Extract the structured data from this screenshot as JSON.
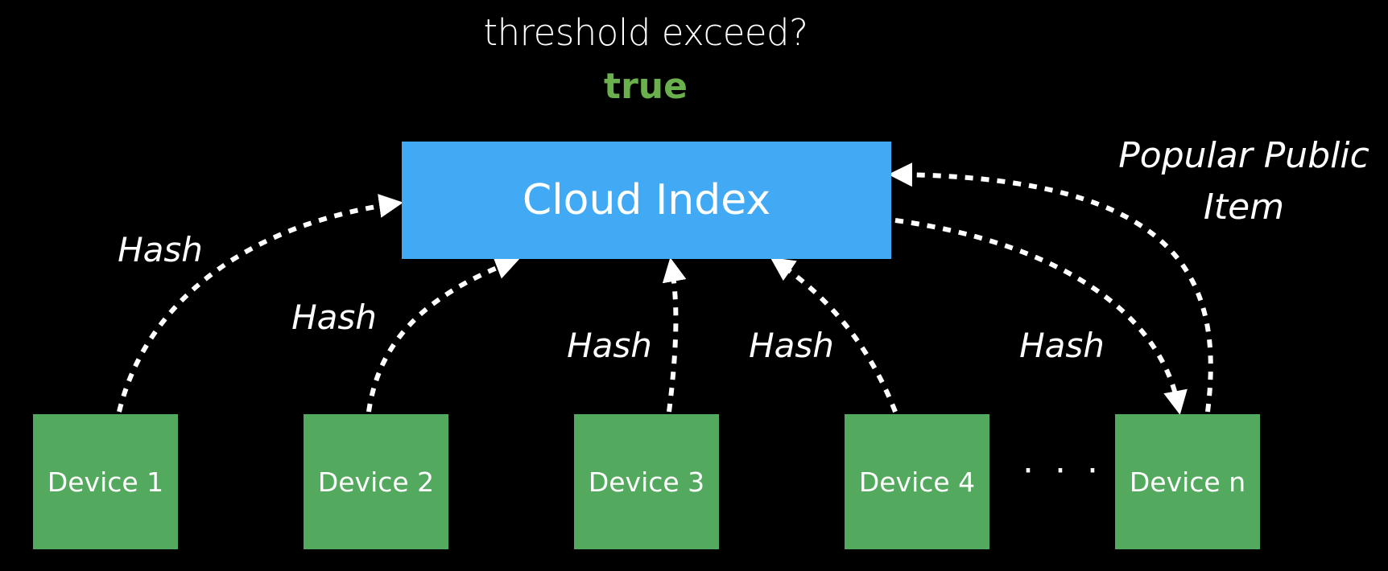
{
  "question": "threshold exceed?",
  "result": "true",
  "result_color": "#6ab04c",
  "cloud_index": {
    "label": "Cloud Index",
    "color": "#42a9f4"
  },
  "devices": [
    {
      "label": "Device 1"
    },
    {
      "label": "Device 2"
    },
    {
      "label": "Device 3"
    },
    {
      "label": "Device 4"
    },
    {
      "label": "Device n"
    }
  ],
  "device_color": "#53a95e",
  "ellipsis": "· · ·",
  "hash_label": "Hash",
  "popular_item_label": "Popular Public\nItem",
  "popular_item_lines": [
    "Popular Public",
    "Item"
  ]
}
